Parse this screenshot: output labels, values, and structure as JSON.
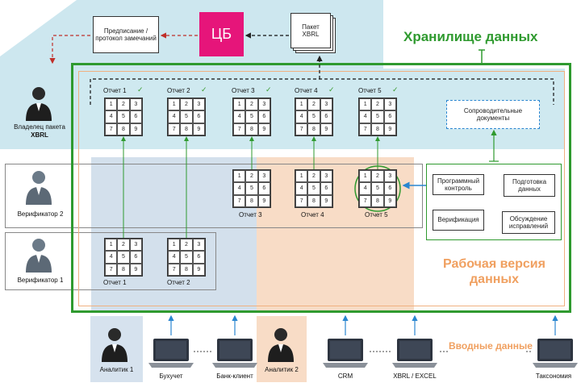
{
  "top": {
    "cb_label": "ЦБ",
    "prescription_label": "Предписание / протокол замечаний",
    "package_label": "Пакет XBRL",
    "owner_label": "Владелец пакета",
    "owner_label2": "XBRL"
  },
  "storage": {
    "title": "Хранилище данных",
    "reports": [
      {
        "label": "Отчет 1"
      },
      {
        "label": "Отчет 2"
      },
      {
        "label": "Отчет 3"
      },
      {
        "label": "Отчет 4"
      },
      {
        "label": "Отчет 5"
      }
    ],
    "docs_label": "Сопроводительные документы"
  },
  "verifier2": {
    "label": "Верификатор 2",
    "reports": [
      "Отчет 3",
      "Отчет 4",
      "Отчет 5"
    ]
  },
  "verifier1": {
    "label": "Верификатор 1",
    "reports": [
      "Отчет 1",
      "Отчет 2"
    ]
  },
  "process": {
    "program_control": "Программный контроль",
    "data_prep": "Подготовка данных",
    "verification": "Верификация",
    "discussion": "Обсуждение исправлений"
  },
  "working": {
    "title": "Рабочая версия данных"
  },
  "cells": [
    "1",
    "2",
    "3",
    "4",
    "5",
    "6",
    "7",
    "8",
    "9"
  ],
  "bottom": {
    "analyst1": "Аналитик 1",
    "analyst2": "Аналитик 2",
    "inputs_label": "Вводные данные",
    "sources": [
      "Бухучет",
      "Банк-клиент",
      "CRM",
      "XBRL / EXCEL",
      "Таксономия"
    ]
  },
  "colors": {
    "storage_green": "#2f9a2f",
    "working_orange": "#f0a060",
    "cb_pink": "#e6157a",
    "light_blue": "#c9e6ee",
    "verifier_blue": "#cddbe8"
  }
}
